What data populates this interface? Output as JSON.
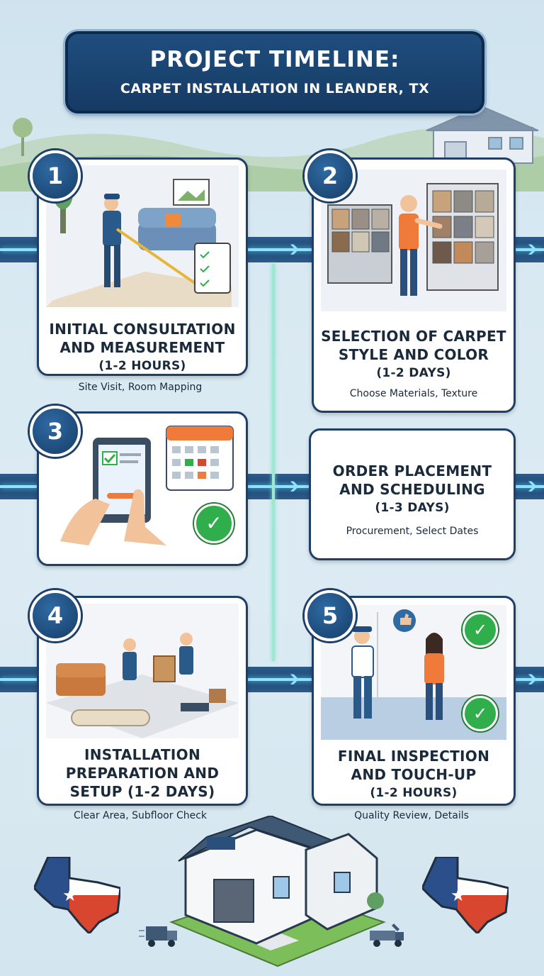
{
  "header": {
    "title": "PROJECT TIMELINE:",
    "subtitle": "CARPET INSTALLATION IN LEANDER, TX"
  },
  "steps": [
    {
      "number": "1",
      "title_lines": [
        "INITIAL CONSULTATION",
        "AND MEASUREMENT",
        "(1-2 HOURS)"
      ],
      "caption": "Site Visit, Room Mapping"
    },
    {
      "number": "2",
      "title_lines": [
        "SELECTION OF CARPET",
        "STYLE AND COLOR",
        "(1-2 DAYS)"
      ],
      "caption": "Choose Materials, Texture"
    },
    {
      "number": "3",
      "title_lines": [
        "ORDER PLACEMENT",
        "AND SCHEDULING",
        "(1-3 DAYS)"
      ],
      "caption": "Procurement, Select Dates"
    },
    {
      "number": "4",
      "title_lines": [
        "INSTALLATION",
        "PREPARATION AND",
        "SETUP (1-2 DAYS)"
      ],
      "caption": "Clear Area, Subfloor Check"
    },
    {
      "number": "5",
      "title_lines": [
        "FINAL INSPECTION",
        "AND TOUCH-UP",
        "(1-2 HOURS)"
      ],
      "caption": "Quality Review, Details"
    }
  ],
  "icons": {
    "check": "✓",
    "arrow": "➔",
    "star": "★"
  },
  "colors": {
    "navy": "#1f3f66",
    "accent": "#8fe3ff",
    "green": "#2fae4b",
    "orange": "#f07a3a",
    "texas_red": "#d9462f"
  }
}
